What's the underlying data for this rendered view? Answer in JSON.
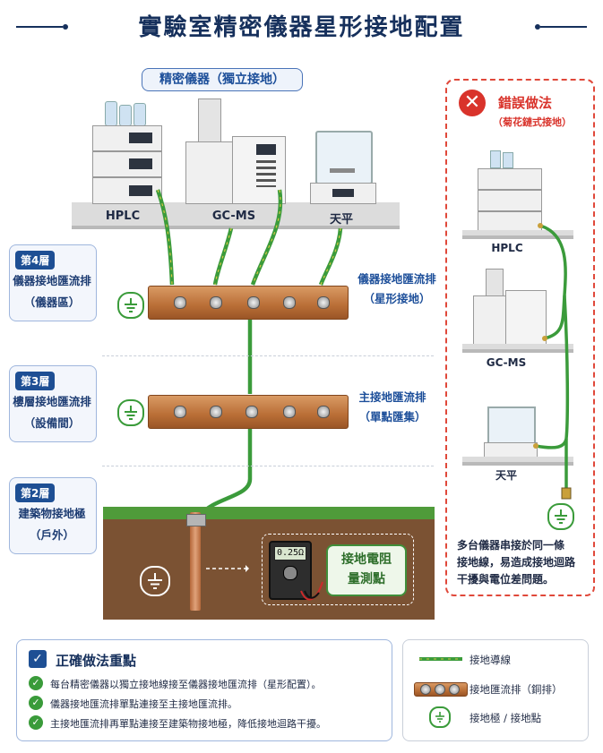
{
  "title": "實驗室精密儀器星形接地配置",
  "instruments_header": "精密儀器（獨立接地）",
  "instruments": [
    "HPLC",
    "GC-MS",
    "天平"
  ],
  "layers": [
    {
      "tag": "第4層",
      "line1": "儀器接地匯流排",
      "line2": "（儀器區）"
    },
    {
      "tag": "第3層",
      "line1": "樓層接地匯流排",
      "line2": "（設備間）"
    },
    {
      "tag": "第2層",
      "line1": "建築物接地極",
      "line2": "（戶外）"
    }
  ],
  "busbar_labels": {
    "instrument_bus": {
      "line1": "儀器接地匯流排",
      "line2": "（星形接地）"
    },
    "main_bus": {
      "line1": "主接地匯流排",
      "line2": "（單點匯集）"
    }
  },
  "meter": {
    "reading": "0.25Ω",
    "label_line1": "接地電阻",
    "label_line2": "量測點"
  },
  "wrong": {
    "icon": "✕",
    "title": "錯誤做法",
    "subtitle": "（菊花鏈式接地）",
    "instruments": [
      "HPLC",
      "GC-MS",
      "天平"
    ],
    "description": [
      "多台儀器串接於同一條",
      "接地線，易造成接地迴路",
      "干擾與電位差問題。"
    ]
  },
  "correct": {
    "title": "正確做法重點",
    "points": [
      "每台精密儀器以獨立接地線接至儀器接地匯流排（星形配置）。",
      "儀器接地匯流排單點連接至主接地匯流排。",
      "主接地匯流排再單點連接至建築物接地極，降低接地迴路干擾。"
    ]
  },
  "legend": [
    {
      "icon": "ground-wire-icon",
      "label": "接地導線"
    },
    {
      "icon": "busbar-icon",
      "label": "接地匯流排（銅排）"
    },
    {
      "icon": "ground-symbol-icon",
      "label": "接地極 / 接地點"
    }
  ],
  "colors": {
    "navy": "#16305c",
    "blue": "#1d4f9a",
    "green": "#3a9b3a",
    "copper": "#b96e36",
    "red": "#d9332b",
    "soil": "#7b5233"
  }
}
